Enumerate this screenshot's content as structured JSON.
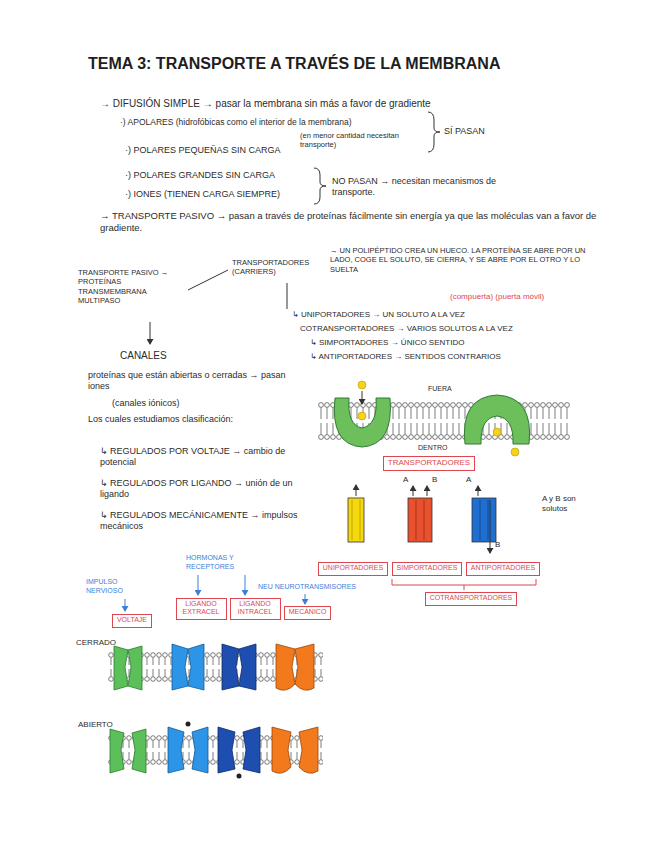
{
  "diagram": {
    "title": "TEMA 3: TRANSPORTE A TRAVÉS DE LA MEMBRANA",
    "nodes": [
      {
        "text": [
          "TRANSPORTADORES"
        ]
      },
      {
        "text": [
          "UNIPORTADORES"
        ]
      },
      {
        "text": [
          "SIMPORTADORES"
        ]
      },
      {
        "text": [
          "ANTIPORTADORES"
        ]
      },
      {
        "text": [
          "COTRANSPORTADORES"
        ]
      },
      {
        "text": [
          "VOLTAJE"
        ]
      },
      {
        "text": [
          "LIGANDO EXTRACEL"
        ]
      },
      {
        "text": [
          "LIGANDO INTRACEL"
        ]
      },
      {
        "text": [
          "MECÁNICO"
        ]
      }
    ],
    "labels": [
      "→ DIFUSIÓN SIMPLE → pasar la membrana sin más a favor de gradiente",
      "·) APOLARES (hidrofóbicas como el interior de la membrana)",
      "(en menor cantidad necesitan transporte)",
      "·) POLARES PEQUEÑAS SIN CARGA",
      "SÍ PASAN",
      "·) POLARES GRANDES SIN CARGA",
      "·) IONES (TIENEN CARGA SIEMPRE)",
      "NO PASAN → necesitan mecanismos de transporte.",
      "→ TRANSPORTE PASIVO → pasan a través de proteínas fácilmente sin energía ya que las moléculas van a favor de gradiente.",
      "TRANSPORTE PASIVO → PROTEÍNAS TRANSMEMBRANA MULTIPASO",
      "TRANSPORTADORES (CARRIERS)",
      "→ UN POLIPÉPTIDO CREA UN HUECO. LA PROTEÍNA SE ABRE POR UN LADO, COGE EL SOLUTO, SE CIERRA, Y SE ABRE POR EL OTRO Y LO SUELTA",
      "(compuerta) (puerta móvil)",
      "↳ UNIPORTADORES → UN SOLUTO A LA VEZ",
      "COTRANSPORTADORES → VARIOS SOLUTOS A LA VEZ",
      "↳ SIMPORTADORES → ÚNICO SENTIDO",
      "↳ ANTIPORTADORES → SENTIDOS CONTRARIOS",
      "CANALES",
      "proteínas que están abiertas o cerradas → pasan iones",
      "(canales iónicos)",
      "Los cuales estudiamos clasificación:",
      "↳ REGULADOS POR VOLTAJE → cambio de potencial",
      "↳ REGULADOS POR LIGANDO → unión de un ligando",
      "↳ REGULADOS MECÁNICAMENTE → impulsos mecánicos",
      "FUERA",
      "DENTRO",
      "A y B son solutos",
      "A",
      "B",
      "A",
      "B",
      "IMPULSO NERVIOSO",
      "HORMONAS Y RECEPTORES",
      "NEU NEUROTRANSMISORES",
      "CERRADO",
      "ABIERTO"
    ]
  }
}
